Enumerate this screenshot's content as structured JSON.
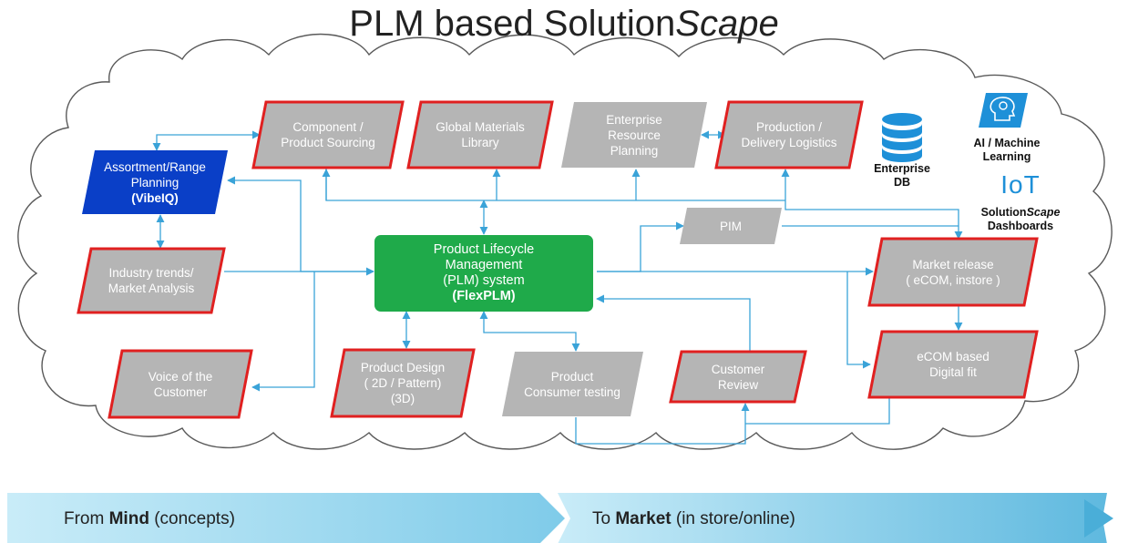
{
  "title": {
    "main": "PLM based Solution",
    "italic": "Scape"
  },
  "boxes": {
    "component": {
      "line1": "Component /",
      "line2": "Product  Sourcing"
    },
    "materials": {
      "line1": "Global Materials",
      "line2": "Library"
    },
    "erp": {
      "line1": "Enterprise",
      "line2": "Resource",
      "line3": "Planning"
    },
    "production": {
      "line1": "Production /",
      "line2": "Delivery Logistics"
    },
    "assortment": {
      "line1": "Assortment/Range",
      "line2": "Planning",
      "line3": "(VibeIQ)"
    },
    "industry": {
      "line1": "Industry trends/",
      "line2": "Market Analysis"
    },
    "plm": {
      "line1": "Product Lifecycle",
      "line2": "Management",
      "line3": "(PLM) system",
      "line4": "(FlexPLM)"
    },
    "pim": {
      "line1": "PIM"
    },
    "market_release": {
      "line1": "Market release",
      "line2": "( eCOM, instore )"
    },
    "ecom_fit": {
      "line1": "eCOM based",
      "line2": "Digital fit"
    },
    "voice": {
      "line1": "Voice of the",
      "line2": "Customer"
    },
    "design": {
      "line1": "Product Design",
      "line2": "( 2D / Pattern)",
      "line3": "(3D)"
    },
    "consumer_testing": {
      "line1": "Product",
      "line2": "Consumer testing"
    },
    "review": {
      "line1": "Customer",
      "line2": "Review"
    }
  },
  "side": {
    "enterprise_db": {
      "line1": "Enterprise",
      "line2": "DB"
    },
    "ai": {
      "line1": "AI / Machine",
      "line2": "Learning"
    },
    "iot": {
      "logo": "IoT",
      "line1_main": "Solution",
      "line1_italic": "Scape",
      "line2": "Dashboards"
    }
  },
  "bottom": {
    "left": {
      "pre": "From ",
      "bold": "Mind",
      "post": " (concepts)"
    },
    "right": {
      "pre": "To ",
      "bold": "Market",
      "post": " (in store/online)"
    }
  },
  "colors": {
    "gray_box": "#b5b5b5",
    "red_border": "#e02020",
    "plm_green": "#1faa4a",
    "assortment_blue": "#0a3fc7",
    "connector": "#3aa3d8",
    "arrow_band": "#9ed9ef"
  }
}
